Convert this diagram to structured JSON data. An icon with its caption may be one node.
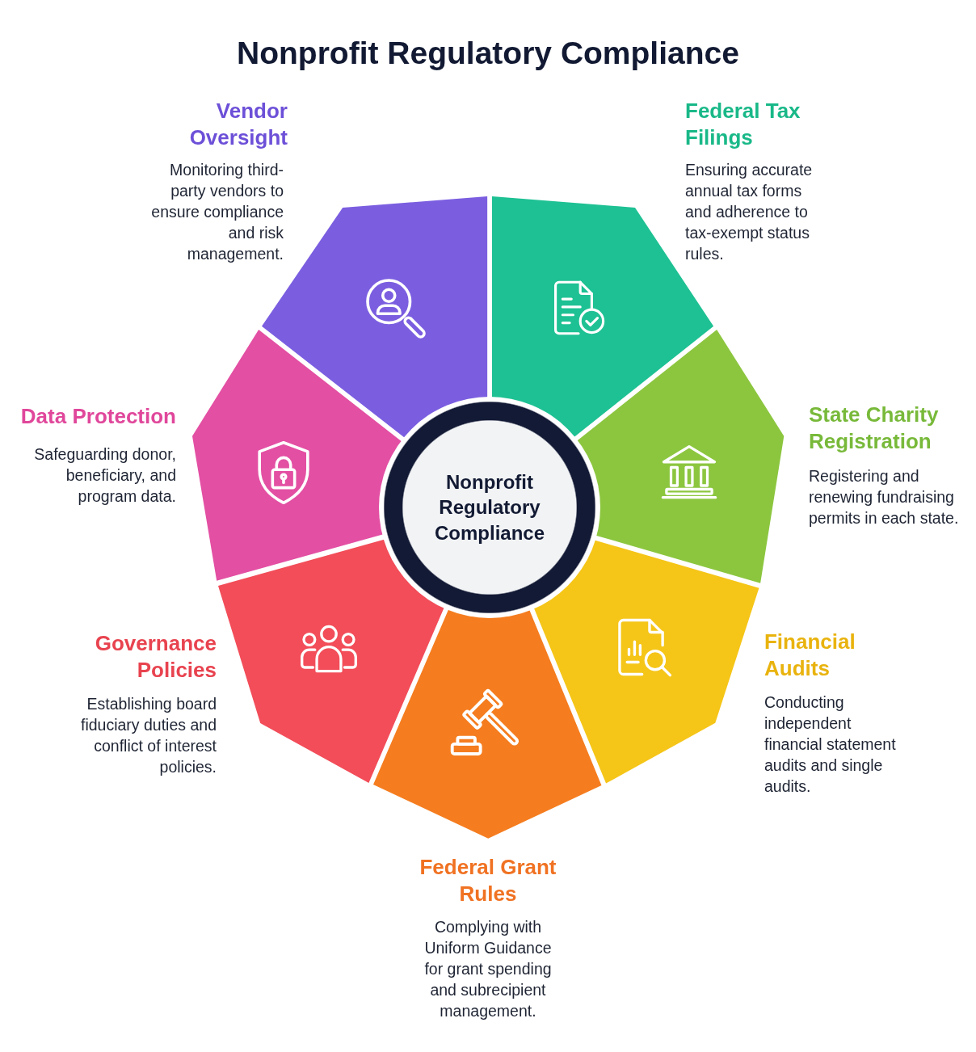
{
  "diagram": {
    "title": "Nonprofit Regulatory Compliance",
    "nodes": [
      {
        "text": [
          "Nonprofit Regulatory Compliance"
        ]
      },
      {
        "text": [
          "Vendor Oversight",
          "Monitoring third-party vendors to ensure compliance and risk management."
        ]
      },
      {
        "text": [
          "Federal Tax Filings",
          "Ensuring accurate annual tax forms and adherence to tax-exempt status rules."
        ]
      },
      {
        "text": [
          "State Charity Registration",
          "Registering and renewing fundraising permits in each state."
        ]
      },
      {
        "text": [
          "Financial Audits",
          "Conducting independent financial statement audits and single audits."
        ]
      },
      {
        "text": [
          "Federal Grant Rules",
          "Complying with Uniform Guidance for grant spending and subrecipient management."
        ]
      },
      {
        "text": [
          "Governance Policies",
          "Establishing board fiduciary duties and conflict of interest policies."
        ]
      },
      {
        "text": [
          "Data Protection",
          "Safeguarding donor, beneficiary, and program data."
        ]
      }
    ]
  }
}
